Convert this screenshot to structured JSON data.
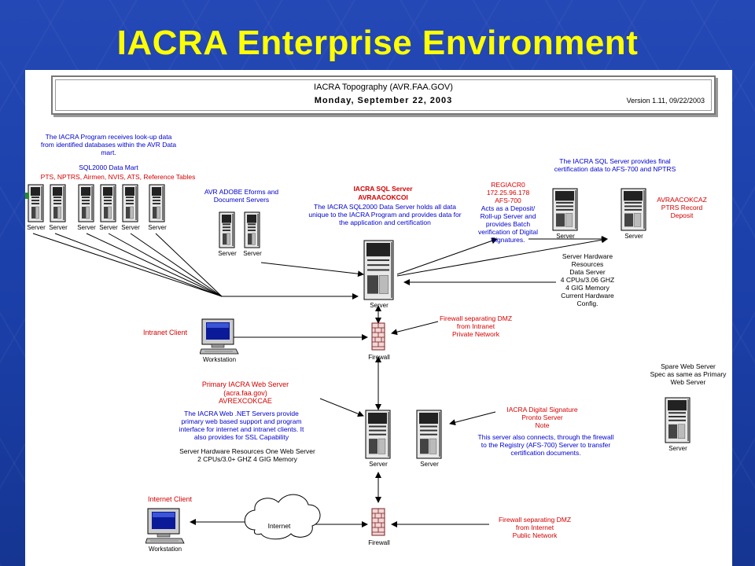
{
  "slide": {
    "title": "IACRA Enterprise Environment"
  },
  "header": {
    "line1": "IACRA Topography (AVR.FAA.GOV)",
    "line2": "Monday, September 22, 2003",
    "version": "Version 1.11, 09/22/2003"
  },
  "data_mart": {
    "desc": [
      "The IACRA Program receives look-up data",
      "from identified databases within the AVR Data",
      "mart."
    ],
    "name": "SQL2000 Data Mart",
    "tables": "PTS, NPTRS, Airmen, NVIS, ATS, Reference Tables",
    "server_labels": [
      "Server",
      "Server",
      "Server",
      "Server",
      "Server",
      "Server"
    ]
  },
  "adobe": {
    "lines": [
      "AVR ADOBE Eforms and",
      "Document Servers"
    ],
    "server_labels": [
      "Server",
      "Server"
    ]
  },
  "sql_server": {
    "title": "IACRA SQL Server",
    "name": "AVRAACOKCOI",
    "desc": [
      "The IACRA SQL2000 Data Server holds all data",
      "unique to the IACRA Program and provides data for",
      "the application and certification"
    ],
    "label": "Server"
  },
  "regiacro": {
    "lines": [
      "REGIACR0",
      "172.25.96.178",
      "AFS-700",
      "Acts as a Deposit/",
      "Roll-up Server and",
      "provides Batch",
      "verification of Digital",
      "Signatures."
    ]
  },
  "final_cert": {
    "lines": [
      "The IACRA SQL Server provides final",
      "certification data to AFS-700 and NPTRS"
    ]
  },
  "ptrs": {
    "lines": [
      "AVRAACOKCAZ",
      "PTRS Record",
      "Deposit"
    ],
    "server_labels": [
      "Server",
      "Server"
    ]
  },
  "hw_data": {
    "lines": [
      "Server Hardware",
      "Resources",
      "Data Server",
      "4 CPUs/3.06 GHZ",
      "4 GIG Memory",
      "Current Hardware",
      "Config."
    ]
  },
  "intranet": {
    "label": "Intranet Client",
    "workstation": "Workstation"
  },
  "firewall1": {
    "lines": [
      "Firewall separating DMZ",
      "from Intranet",
      "Private Network"
    ],
    "label": "Firewall"
  },
  "web_server": {
    "lines": [
      "Primary IACRA Web Server",
      "(acra.faa.gov)",
      "AVREXCOKCAE"
    ],
    "desc": [
      "The IACRA Web .NET Servers provide",
      "primary web based support and program",
      "interface for internet and intranet clients.  It",
      "also provides for SSL Capability"
    ],
    "hw": [
      "Server Hardware Resources One Web Server",
      "2 CPUs/3.0+ GHZ 4 GIG Memory"
    ],
    "server_labels": [
      "Server",
      "Server"
    ]
  },
  "digital_sig": {
    "lines": [
      "IACRA Digital Signature",
      "Pronto Server",
      "Note"
    ],
    "desc": [
      "This server also connects, through the firewall",
      "to the Registry (AFS-700) Server to transfer",
      "certification documents."
    ]
  },
  "spare": {
    "lines": [
      "Spare Web Server",
      "Spec as same as Primary",
      "Web Server"
    ],
    "label": "Server"
  },
  "internet": {
    "label": "Internet Client",
    "cloud": "Internet",
    "workstation": "Workstation"
  },
  "firewall2": {
    "lines": [
      "Firewall separating DMZ",
      "from Internet",
      "Public Network"
    ],
    "label": "Firewall"
  },
  "colors": {
    "title": "#ffff00",
    "blue_text": "#0000cc",
    "red_text": "#d40000",
    "background": "#1c3fa8"
  }
}
